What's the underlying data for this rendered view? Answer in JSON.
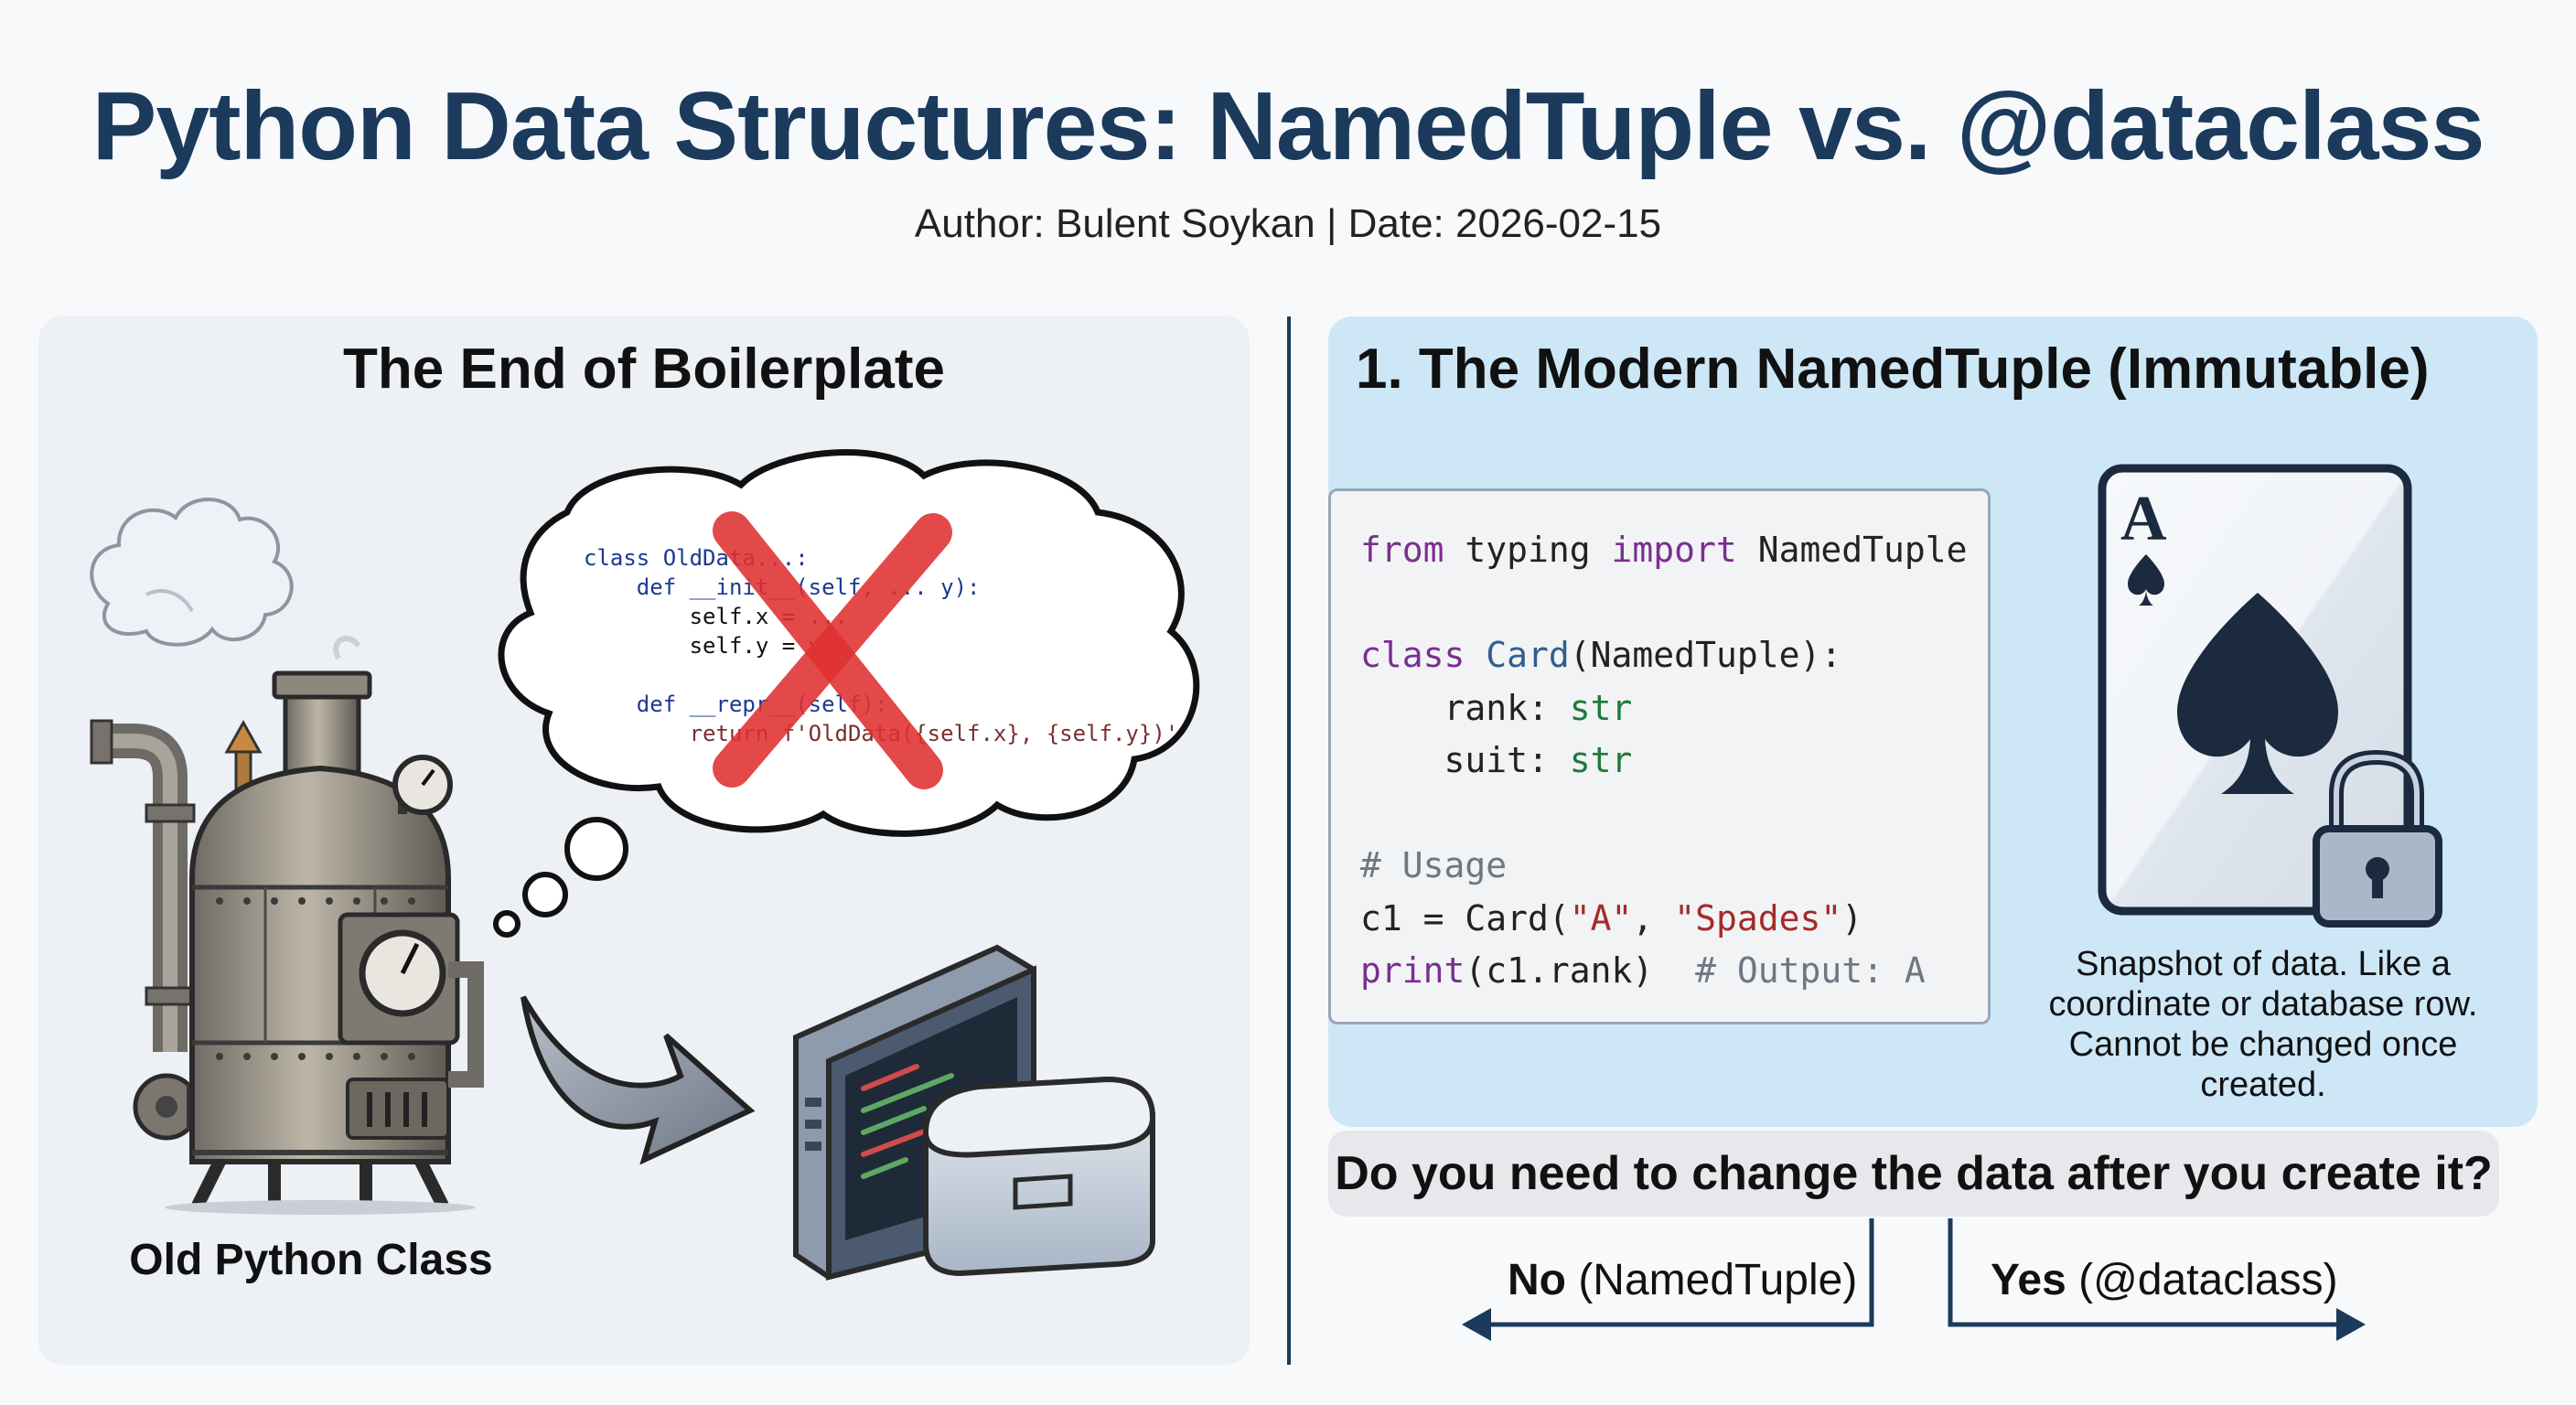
{
  "header": {
    "title": "Python Data Structures: NamedTuple vs. @dataclass",
    "byline": "Author: Bulent Soykan | Date: 2026-02-15"
  },
  "left_panel": {
    "heading": "The End of Boilerplate",
    "machine_label": "Old Python Class",
    "thought_code": [
      "class OldData...:",
      "    def __init__(self, ... y):",
      "        self.x = ...",
      "        self.y = y",
      "",
      "    def __repr__(self):",
      "        return f'OldData({self.x}, {self.y})'"
    ]
  },
  "right_panel": {
    "heading": "1. The Modern NamedTuple (Immutable)",
    "card_rank": "A",
    "card_caption": "Snapshot of data. Like a coordinate or database row. Cannot be changed once created."
  },
  "decision": {
    "question": "Do you need to change the data after you create it?",
    "no_strong": "No",
    "no_rest": " (NamedTuple)",
    "yes_strong": "Yes",
    "yes_rest": " (@dataclass)"
  },
  "code_tokens": {
    "l1": [
      "from",
      " typing ",
      "import",
      " NamedTuple"
    ],
    "l3": [
      "class",
      " ",
      "Card",
      "(NamedTuple):"
    ],
    "l4": [
      "    rank: ",
      "str"
    ],
    "l5": [
      "    suit: ",
      "str"
    ],
    "l7": [
      "# Usage"
    ],
    "l8": [
      "c1 = Card(",
      "\"A\"",
      ", ",
      "\"Spades\"",
      ")"
    ],
    "l9": [
      "print",
      "(c1.rank)  ",
      "# Output: A"
    ]
  },
  "colors": {
    "title": "#1b3a5c",
    "left_panel_bg": "#edf0f4",
    "right_panel_bg": "#cde7f7",
    "red_x": "#e03030",
    "keyword": "#7a2f8f",
    "type": "#1f7a3a",
    "string": "#a52a2a",
    "comment": "#6e7781"
  }
}
